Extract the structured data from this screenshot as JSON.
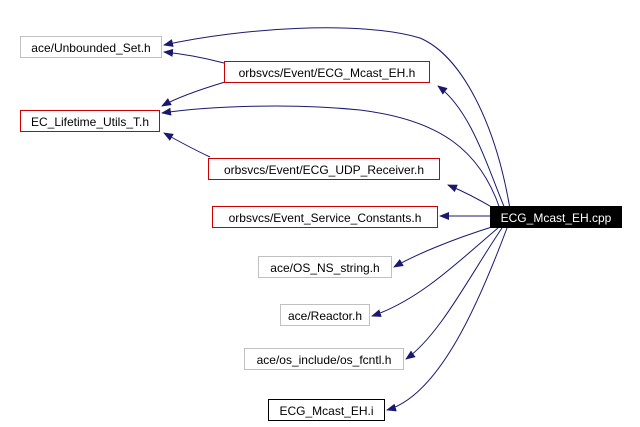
{
  "colors": {
    "edge": "#191970",
    "border_normal": "#c0c0c0",
    "border_red": "#cc0000",
    "border_black": "#000000",
    "root_background": "#000000",
    "root_text": "#ffffff"
  },
  "nodes": {
    "root": "ECG_Mcast_EH.cpp",
    "unbounded_set": "ace/Unbounded_Set.h",
    "ecg_mcast_eh_h": "orbsvcs/Event/ECG_Mcast_EH.h",
    "ec_lifetime": "EC_Lifetime_Utils_T.h",
    "ecg_udp_receiver": "orbsvcs/Event/ECG_UDP_Receiver.h",
    "event_service_constants": "orbsvcs/Event_Service_Constants.h",
    "os_ns_string": "ace/OS_NS_string.h",
    "reactor": "ace/Reactor.h",
    "os_fcntl": "ace/os_include/os_fcntl.h",
    "ecg_mcast_eh_i": "ECG_Mcast_EH.i"
  }
}
